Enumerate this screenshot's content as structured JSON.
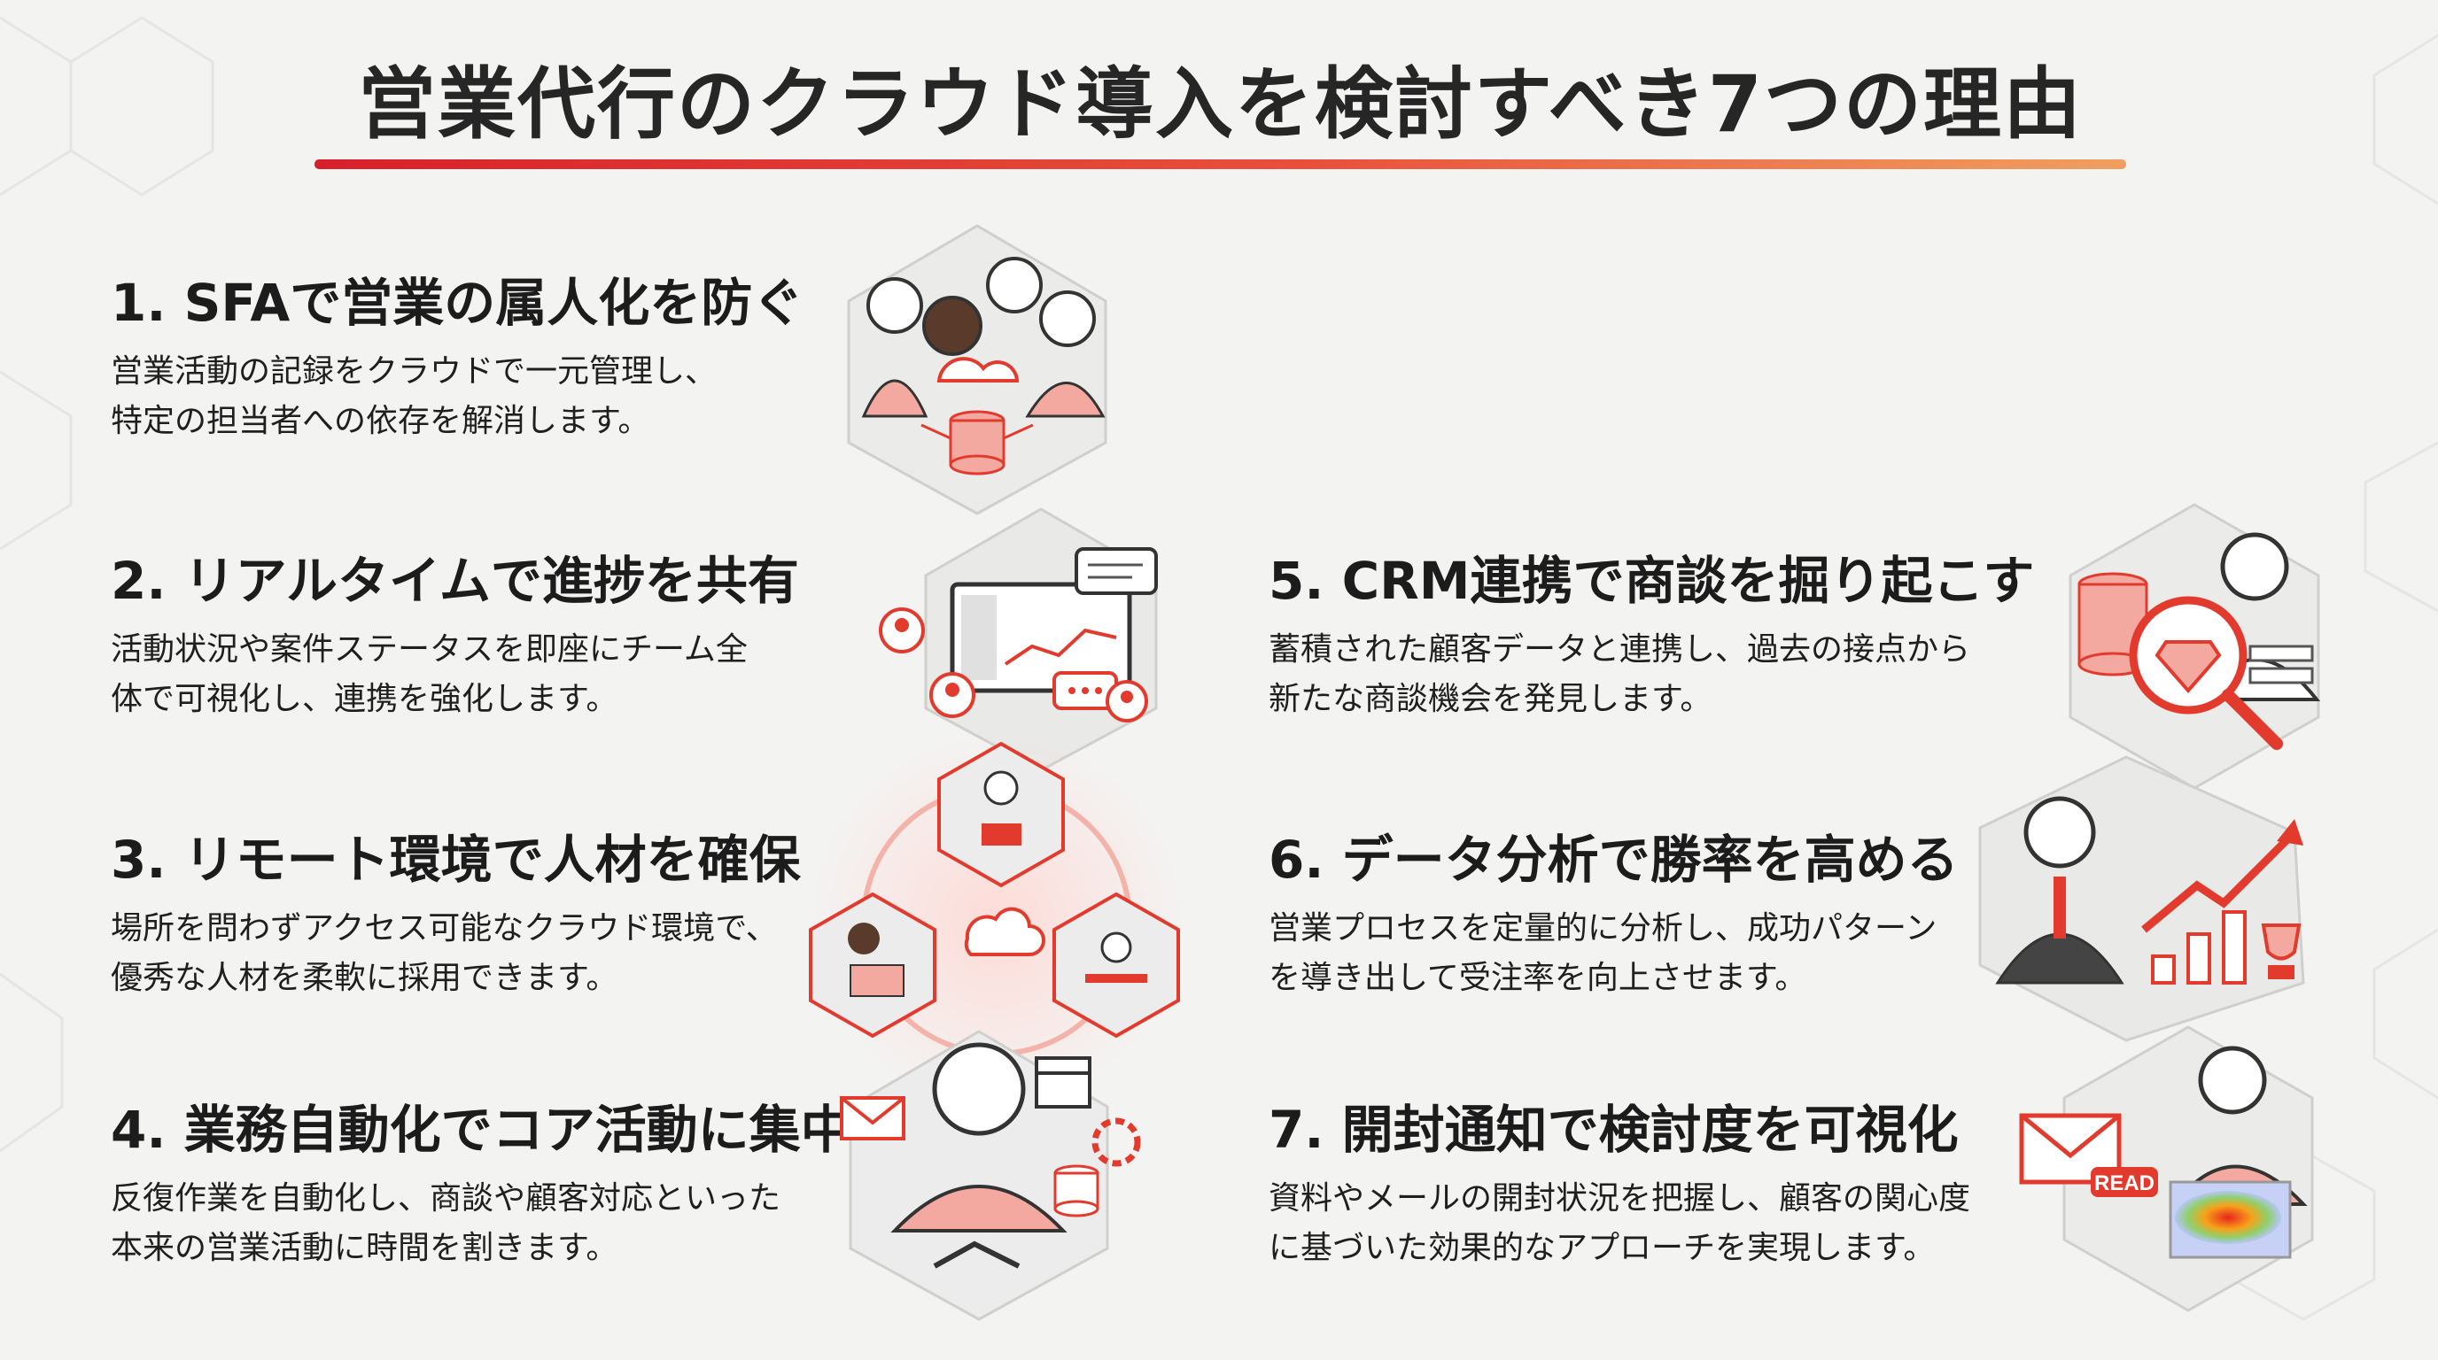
{
  "title": "営業代行のクラウド導入を検討すべき7つの理由",
  "colors": {
    "accent": "#e23b2e",
    "accent_light": "#f4a9a0",
    "text": "#1c1c1c",
    "background": "#f3f3f2"
  },
  "reasons": [
    {
      "heading": "1. SFAで営業の属人化を防ぐ",
      "lines": [
        "営業活動の記録をクラウドで一元管理し、",
        "特定の担当者への依存を解消します。"
      ],
      "icon": "team-cloud-database-icon"
    },
    {
      "heading": "2. リアルタイムで進捗を共有",
      "lines": [
        "活動状況や案件ステータスを即座にチーム全",
        "体で可視化し、連携を強化します。"
      ],
      "icon": "dashboard-monitor-icon"
    },
    {
      "heading": "3. リモート環境で人材を確保",
      "lines": [
        "場所を問わずアクセス可能なクラウド環境で、",
        "優秀な人材を柔軟に採用できます。"
      ],
      "icon": "remote-network-icon"
    },
    {
      "heading": "4. 業務自動化でコア活動に集中",
      "lines": [
        "反復作業を自動化し、商談や顧客対応といった",
        "本来の営業活動に時間を割きます。"
      ],
      "icon": "automation-handshake-icon"
    },
    {
      "heading": "5. CRM連携で商談を掘り起こす",
      "lines": [
        "蓄積された顧客データと連携し、過去の接点から",
        "新たな商談機会を発見します。"
      ],
      "icon": "magnifier-gem-icon"
    },
    {
      "heading": "6. データ分析で勝率を高める",
      "lines": [
        "営業プロセスを定量的に分析し、成功パターン",
        "を導き出して受注率を向上させます。"
      ],
      "icon": "growth-chart-trophy-icon"
    },
    {
      "heading": "7. 開封通知で検討度を可視化",
      "lines": [
        "資料やメールの開封状況を把握し、顧客の関心度",
        "に基づいた効果的なアプローチを実現します。"
      ],
      "icon": "email-read-heatmap-icon",
      "badge": "READ"
    }
  ]
}
